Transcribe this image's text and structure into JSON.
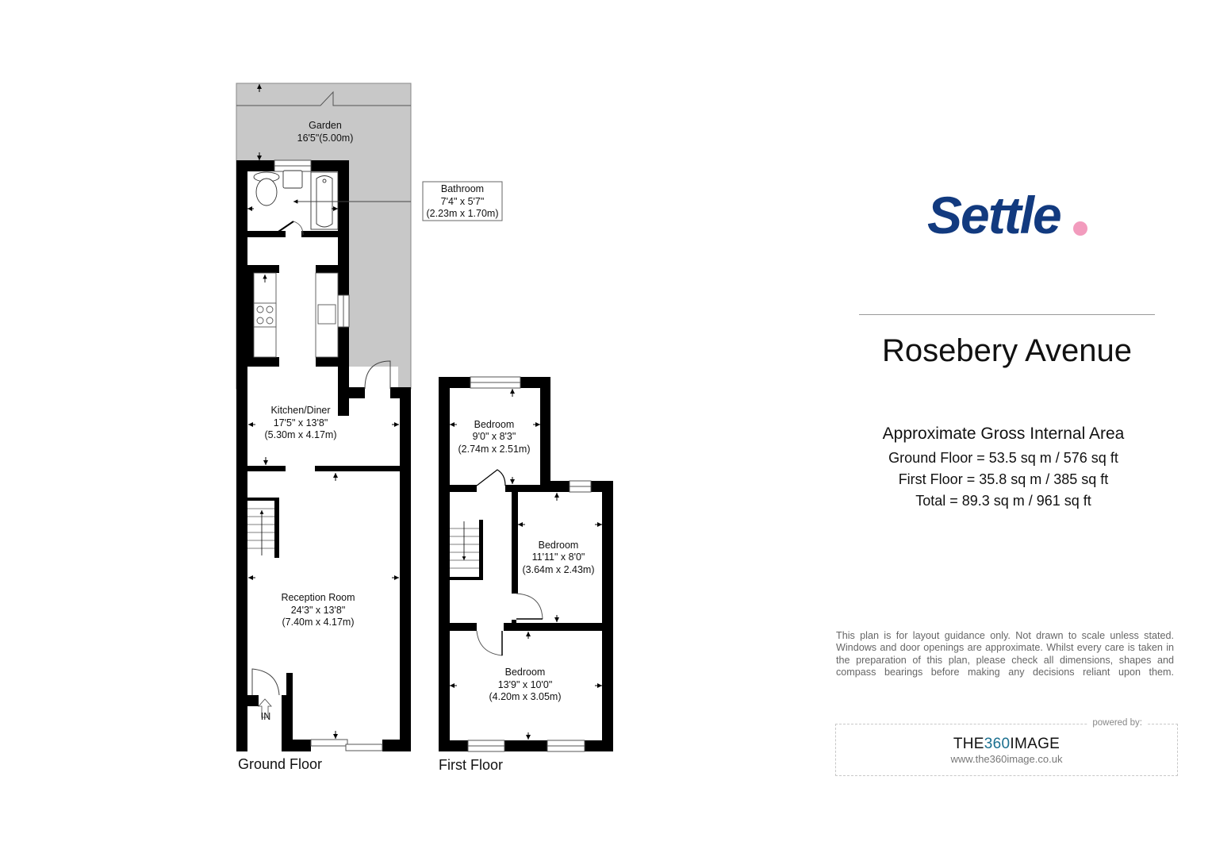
{
  "floorplan": {
    "garden": {
      "name": "Garden",
      "dimensions": "16'5\"(5.00m)"
    },
    "bathroom": {
      "name": "Bathroom",
      "dimensions_imperial": "7'4\" x 5'7\"",
      "dimensions_metric": "(2.23m x 1.70m)"
    },
    "kitchen": {
      "name": "Kitchen/Diner",
      "dimensions_imperial": "17'5\" x 13'8\"",
      "dimensions_metric": "(5.30m x 4.17m)"
    },
    "reception": {
      "name": "Reception Room",
      "dimensions_imperial": "24'3\" x 13'8\"",
      "dimensions_metric": "(7.40m x 4.17m)"
    },
    "entrance_label": "IN",
    "bedroom1": {
      "name": "Bedroom",
      "dimensions_imperial": "9'0\" x 8'3\"",
      "dimensions_metric": "(2.74m x 2.51m)"
    },
    "bedroom2": {
      "name": "Bedroom",
      "dimensions_imperial": "11'11\" x 8'0\"",
      "dimensions_metric": "(3.64m x 2.43m)"
    },
    "bedroom3": {
      "name": "Bedroom",
      "dimensions_imperial": "13'9\" x 10'0\"",
      "dimensions_metric": "(4.20m x 3.05m)"
    },
    "ground_floor_label": "Ground Floor",
    "first_floor_label": "First Floor"
  },
  "branding": {
    "logo_text": "Settle",
    "logo_color": "#123a7f",
    "logo_dot_color": "#f29bbd"
  },
  "property": {
    "address": "Rosebery Avenue"
  },
  "area": {
    "title": "Approximate Gross Internal Area",
    "ground_floor": "Ground Floor = 53.5 sq m / 576 sq ft",
    "first_floor": "First Floor = 35.8 sq m / 385 sq ft",
    "total": "Total = 89.3 sq m / 961 sq ft"
  },
  "disclaimer": "This plan is for layout guidance only. Not drawn to scale unless stated. Windows and door openings are approximate. Whilst every care is taken in the preparation of this plan, please check all dimensions, shapes and compass bearings before making any decisions reliant upon them.",
  "powered": {
    "label": "powered by:",
    "brand_prefix": "THE",
    "brand_accent": "360",
    "brand_suffix": "IMAGE",
    "url": "www.the360image.co.uk"
  }
}
